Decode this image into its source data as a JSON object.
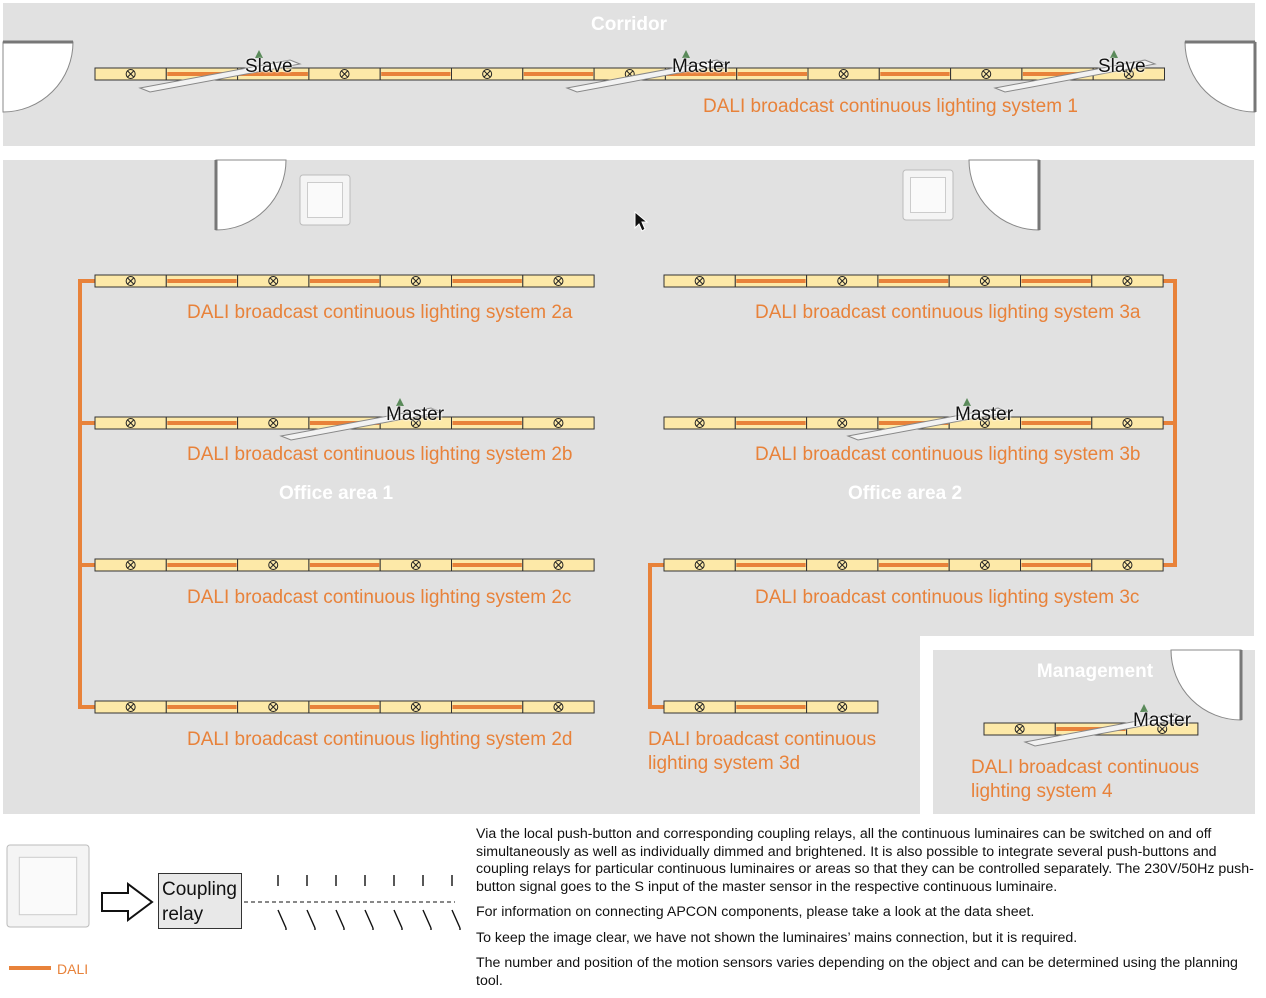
{
  "rooms": {
    "corridor": "Corridor",
    "office1": "Office area 1",
    "office2": "Office area 2",
    "management": "Management"
  },
  "systems": {
    "s1": "DALI broadcast continuous lighting system 1",
    "s2a": "DALI broadcast continuous lighting system 2a",
    "s2b": "DALI broadcast continuous lighting system 2b",
    "s2c": "DALI broadcast continuous lighting system 2c",
    "s2d": "DALI broadcast continuous lighting system 2d",
    "s3a": "DALI broadcast continuous lighting system 3a",
    "s3b": "DALI broadcast continuous lighting system 3b",
    "s3c": "DALI broadcast continuous lighting system 3c",
    "s3d": "DALI broadcast continuous\nlighting system 3d",
    "s4": "DALI broadcast continuous\nlighting system 4"
  },
  "sensors": {
    "slave": "Slave",
    "master": "Master"
  },
  "relay": {
    "label": "Coupling\nrelay"
  },
  "legend": {
    "dali": "DALI"
  },
  "notes": {
    "p1": "Via the local push-button and corresponding coupling relays, all the continuous luminaires can be switched on and off simultaneously as well as individually dimmed and brightened. It is also possible to integrate several push-buttons and coupling relays for particular continuous luminaires or areas so that they can be controlled separately. The 230V/50Hz push-button signal goes to the S input of the master sensor in the respective continuous luminaire.",
    "p2": "For information on connecting APCON components, please take a look at the data sheet.",
    "p3": "To keep the image clear, we have not shown the luminaires’ mains connection, but it is required.",
    "p4": "The number and position of the motion sensors varies depending on the object and can be determined using the planning tool."
  },
  "colors": {
    "dali": "#e8823a",
    "luminaire": "#fde9a8",
    "room": "#e1e1e1"
  },
  "icons": {
    "lamp": "lamp-cross-icon",
    "sensor": "motion-sensor-icon",
    "pushbutton": "push-button-icon",
    "door": "door-swing-icon",
    "arrow": "arrow-right-icon",
    "relay_contacts": "relay-contacts-icon",
    "cursor": "mouse-cursor-icon"
  }
}
